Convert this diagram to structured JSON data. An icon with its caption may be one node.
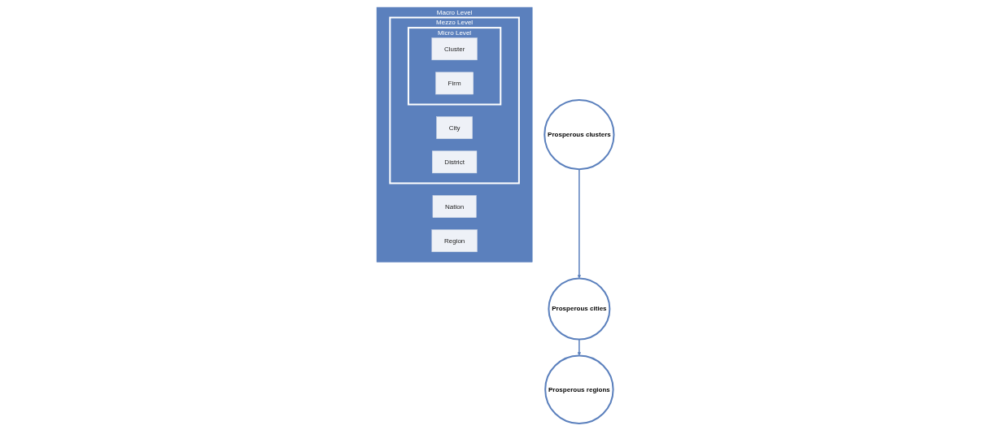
{
  "diagram": {
    "nodes": [
      {
        "text": [
          "Prosperous clusters"
        ]
      },
      {
        "text": [
          "Prosperous cities"
        ]
      },
      {
        "text": [
          "Prosperous regions"
        ]
      },
      {
        "text": [
          "Macro Level"
        ]
      },
      {
        "text": [
          "Nation"
        ],
        "in": 3
      },
      {
        "text": [
          "Region"
        ],
        "in": 3
      },
      {
        "text": [
          "Mezzo Level"
        ],
        "in": 3
      },
      {
        "text": [
          "City"
        ],
        "in": 6
      },
      {
        "text": [
          "District"
        ],
        "in": 6
      },
      {
        "text": [
          "Micro Level"
        ],
        "in": 6
      },
      {
        "text": [
          "Cluster"
        ],
        "in": 9
      },
      {
        "text": [
          "Firm"
        ],
        "in": 9
      }
    ],
    "edges": [
      {
        "from": 0,
        "to": 1,
        "arrow": "to"
      },
      {
        "from": 1,
        "to": 2,
        "arrow": "to"
      }
    ]
  }
}
